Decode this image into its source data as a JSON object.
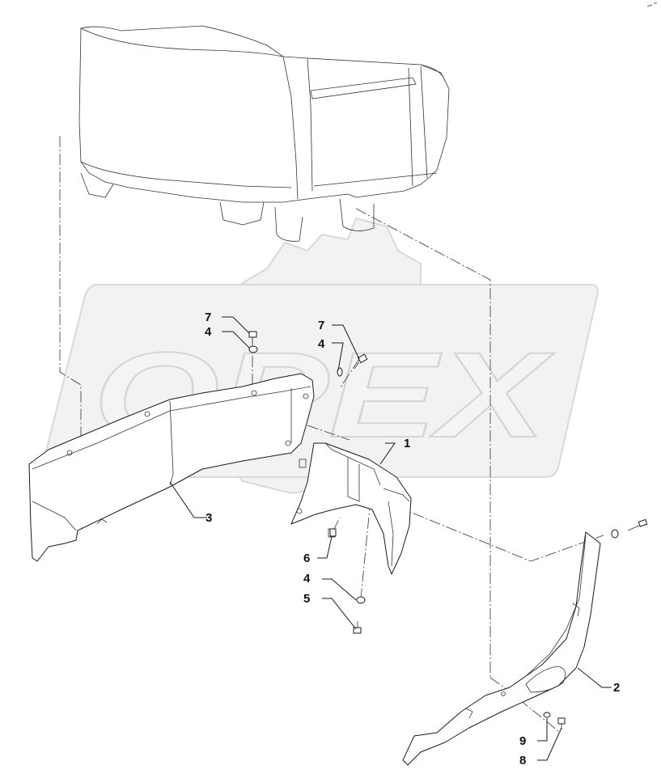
{
  "watermark": {
    "text": "OPEX"
  },
  "callouts": [
    {
      "id": "c7a",
      "label": "7"
    },
    {
      "id": "c4a",
      "label": "4"
    },
    {
      "id": "c7b",
      "label": "7"
    },
    {
      "id": "c4b",
      "label": "4"
    },
    {
      "id": "c1",
      "label": "1"
    },
    {
      "id": "c3",
      "label": "3"
    },
    {
      "id": "c6",
      "label": "6"
    },
    {
      "id": "c4c",
      "label": "4"
    },
    {
      "id": "c5",
      "label": "5"
    },
    {
      "id": "c2",
      "label": "2"
    },
    {
      "id": "c9",
      "label": "9"
    },
    {
      "id": "c8",
      "label": "8"
    }
  ]
}
